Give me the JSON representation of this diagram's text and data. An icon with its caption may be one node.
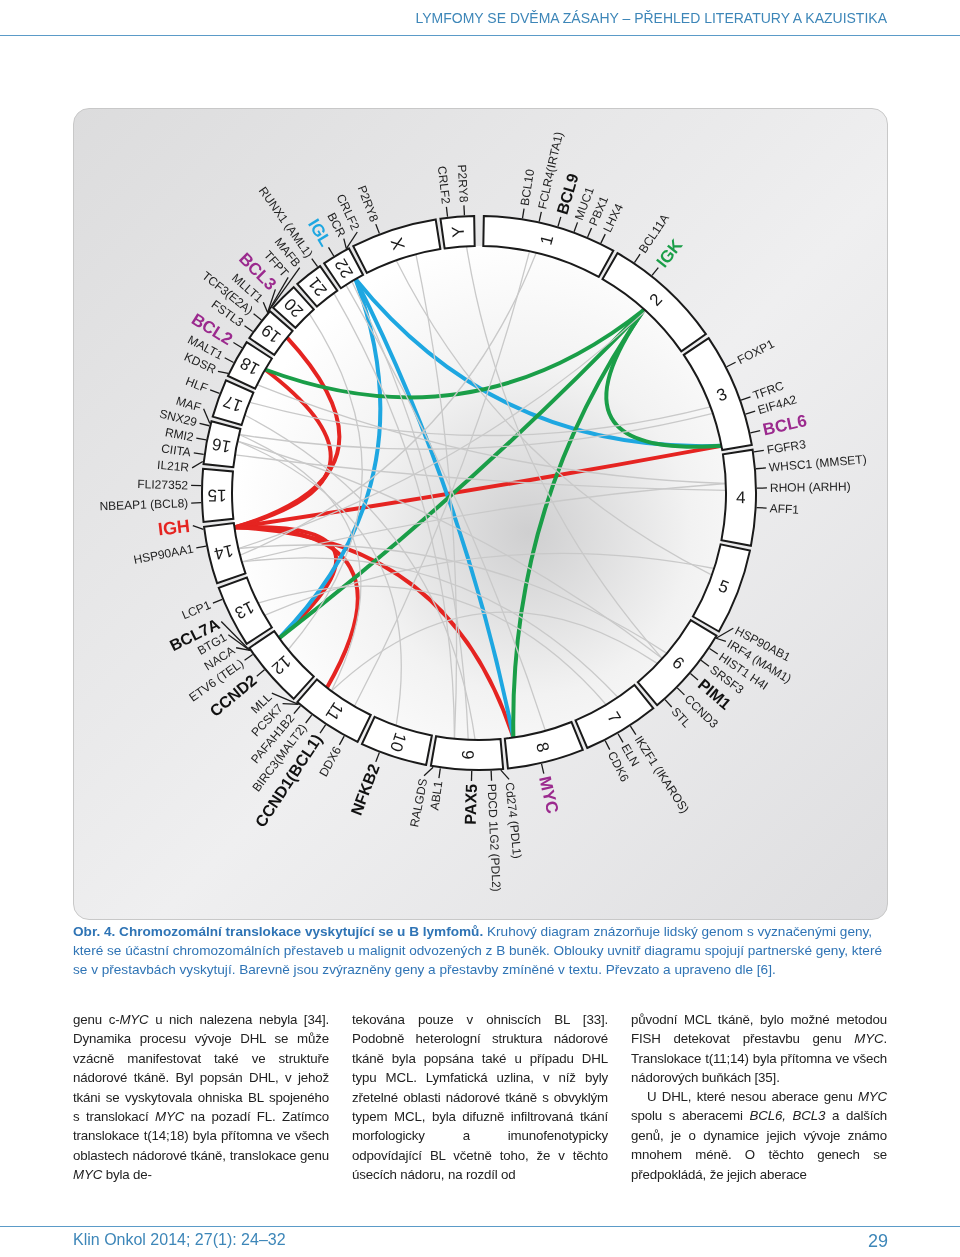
{
  "diagram": {
    "caption": "**Obr. 4. Chromozomální translokace vyskytující se u B lymfomů.** Kruhový diagram znázorňuje lidský genom s vyznačenými geny, které se účastní chromozomálních přestaveb u malignit odvozených z B buněk. Oblouky uvnitř diagramu spojují partnerské geny, které se v přestavbách vyskytují. Barevně jsou zvýrazněny geny a přestavby zmíněné v textu. Převzato a upraveno dle [6].",
    "nodes": [
      {
        "text": [
          "1"
        ],
        "beside": [
          "BCL10",
          "FCLR4(IRTA1)",
          "BCL9",
          "MUC1",
          "PBX1",
          "LHX4"
        ]
      },
      {
        "text": [
          "2"
        ],
        "beside": [
          "BCL11A",
          "IGK"
        ]
      },
      {
        "text": [
          "3"
        ],
        "beside": [
          "FOXP1",
          "TFRC",
          "EIF4A2",
          "BCL6"
        ]
      },
      {
        "text": [
          "4"
        ],
        "beside": [
          "FGFR3",
          "WHSC1 (MMSET)",
          "RHOH (ARHH)",
          "AFF1"
        ]
      },
      {
        "text": [
          "5"
        ]
      },
      {
        "text": [
          "6"
        ],
        "beside": [
          "HSP90AB1",
          "IRF4 (MAM1)",
          "HIST1 H4I",
          "SRSF3",
          "PIM1",
          "CCND3",
          "STL"
        ]
      },
      {
        "text": [
          "7"
        ],
        "beside": [
          "IKZF1 (IKAROS)",
          "ELN",
          "CDK6"
        ]
      },
      {
        "text": [
          "8"
        ],
        "beside": [
          "MYC"
        ]
      },
      {
        "text": [
          "9"
        ],
        "beside": [
          "RALGDS",
          "ABL1",
          "PAX5",
          "PDCD 1LG2 (PDL2)",
          "Cd274 (PDL1)"
        ]
      },
      {
        "text": [
          "10"
        ],
        "beside": [
          "NFKB2"
        ]
      },
      {
        "text": [
          "11"
        ],
        "beside": [
          "MLL",
          "PCSK7",
          "PAFAH1B2",
          "BIRC3(MALT2)",
          "CCND1(BCL1)",
          "DDX6"
        ]
      },
      {
        "text": [
          "12"
        ],
        "beside": [
          "BCL7A",
          "BTG1",
          "NACA",
          "ETV6 (TEL)",
          "CCND2"
        ]
      },
      {
        "text": [
          "13"
        ],
        "beside": [
          "LCP1"
        ]
      },
      {
        "text": [
          "14"
        ],
        "beside": [
          "IGH",
          "HSP90AA1"
        ]
      },
      {
        "text": [
          "15"
        ],
        "beside": [
          "FLI27352",
          "NBEAP1 (BCL8)"
        ]
      },
      {
        "text": [
          "16"
        ],
        "beside": [
          "MAF",
          "SNX29",
          "RMI2",
          "CIITA",
          "IL21R"
        ]
      },
      {
        "text": [
          "17"
        ],
        "beside": [
          "HLF"
        ]
      },
      {
        "text": [
          "18"
        ],
        "beside": [
          "BCL2",
          "MALT1",
          "KDSR"
        ]
      },
      {
        "text": [
          "19"
        ],
        "beside": [
          "FSTL3",
          "TCF3(E2A)",
          "MLLT1",
          "BCL3",
          "TFPT",
          "MAFB"
        ]
      },
      {
        "text": [
          "20"
        ]
      },
      {
        "text": [
          "21"
        ],
        "beside": [
          "RUNX1 (AML1)"
        ]
      },
      {
        "text": [
          "22"
        ],
        "beside": [
          "IGL",
          "BCR",
          "CRLF2"
        ]
      },
      {
        "text": [
          "X"
        ],
        "beside": [
          "P2RY8"
        ]
      },
      {
        "text": [
          "Y"
        ],
        "beside": [
          "CRLF2",
          "P2RY8"
        ]
      }
    ],
    "edges": [
      {
        "from": 13,
        "to": 17,
        "arrow": "none",
        "style": "thick",
        "color": "#e52421"
      },
      {
        "from": 13,
        "to": 18,
        "arrow": "none",
        "style": "thick",
        "color": "#e52421"
      },
      {
        "from": 13,
        "to": 2,
        "arrow": "none",
        "style": "thick",
        "color": "#e52421"
      },
      {
        "from": 13,
        "to": 11,
        "arrow": "none",
        "style": "thick",
        "color": "#e52421"
      },
      {
        "from": 13,
        "to": 10,
        "arrow": "none",
        "style": "thick",
        "color": "#e52421"
      },
      {
        "from": 13,
        "to": 7,
        "arrow": "none",
        "style": "thick",
        "color": "#e52421"
      },
      {
        "from": 21,
        "to": 2,
        "arrow": "none",
        "style": "thick",
        "color": "#1ea7e1"
      },
      {
        "from": 21,
        "to": 11,
        "arrow": "none",
        "style": "thick",
        "color": "#1ea7e1"
      },
      {
        "from": 21,
        "to": 7,
        "arrow": "none",
        "style": "thick",
        "color": "#1ea7e1"
      },
      {
        "from": 1,
        "to": 17,
        "arrow": "none",
        "style": "thick",
        "color": "#1a9e48"
      },
      {
        "from": 1,
        "to": 2,
        "arrow": "none",
        "style": "thick",
        "color": "#1a9e48"
      },
      {
        "from": 1,
        "to": 11,
        "arrow": "none",
        "style": "thick",
        "color": "#1a9e48"
      },
      {
        "from": 1,
        "to": 7,
        "arrow": "none",
        "style": "thick",
        "color": "#1a9e48"
      },
      {
        "from": 23,
        "to": 5,
        "arrow": "none"
      },
      {
        "from": 22,
        "to": 8,
        "arrow": "none"
      },
      {
        "from": 0,
        "to": 10,
        "arrow": "none"
      },
      {
        "from": 0,
        "to": 13,
        "arrow": "none"
      },
      {
        "from": 1,
        "to": 13,
        "arrow": "none"
      },
      {
        "from": 2,
        "to": 16,
        "arrow": "none"
      },
      {
        "from": 2,
        "to": 15,
        "arrow": "none"
      },
      {
        "from": 3,
        "to": 13,
        "arrow": "none"
      },
      {
        "from": 3,
        "to": 15,
        "arrow": "none"
      },
      {
        "from": 5,
        "to": 13,
        "arrow": "none"
      },
      {
        "from": 5,
        "to": 15,
        "arrow": "none"
      },
      {
        "from": 5,
        "to": 10,
        "arrow": "none"
      },
      {
        "from": 6,
        "to": 13,
        "arrow": "none"
      },
      {
        "from": 7,
        "to": 21,
        "arrow": "none"
      },
      {
        "from": 8,
        "to": 21,
        "arrow": "none"
      },
      {
        "from": 9,
        "to": 15,
        "arrow": "none"
      },
      {
        "from": 10,
        "to": 15,
        "arrow": "none"
      },
      {
        "from": 4,
        "to": 12,
        "arrow": "none"
      },
      {
        "from": 16,
        "to": 8,
        "arrow": "none"
      },
      {
        "from": 12,
        "to": 6,
        "arrow": "none"
      },
      {
        "from": 19,
        "to": 11,
        "arrow": "none"
      },
      {
        "from": 20,
        "to": 8,
        "arrow": "none"
      },
      {
        "from": 17,
        "to": 3,
        "arrow": "none"
      },
      {
        "from": 22,
        "to": 4,
        "arrow": "none"
      }
    ],
    "labels": [
      "LYMFOMY SE DVĚMA ZÁSAHY – PŘEHLED LITERATURY A KAZUISTIKA",
      "genu c-*MYC* u nich nalezena nebyla [34]. Dynamika procesu vývoje DHL se může vzácně manifestovat také ve struktuře nádorové tkáně. Byl popsán DHL, v jehož tkáni se vyskytovala ohniska BL spojeného s translokací *MYC* na pozadí FL. Zatímco translokace t(14;18) byla přítomna ve všech oblastech nádorové tkáně, translokace genu *MYC* byla de-",
      "tekována pouze v ohniscích BL [33]. Podobně heterologní struktura nádorové tkáně byla popsána také u případu DHL typu MCL. Lymfatická uzlina, v níž byly zřetelné oblasti nádorové tkáně s obvyklým typem MCL, byla difuzně infiltrovaná tkání morfologicky a imunofenotypicky odpovídající BL včetně toho, že v těchto úsecích nádoru, na rozdíl od",
      "původní MCL tkáně, bylo možné metodou FISH detekovat přestavbu genu *MYC*. Translokace t(11;14) byla přítomna ve všech nádorových buňkách [35].",
      "U DHL, které nesou aberace genu *MYC* spolu s aberacemi *BCL6, BCL3* a dalších genů, je o dynamice jejich vývoje známo mnohem méně. O těchto genech se předpokládá, že jejich aberace",
      "Klin Onkol 2014; 27(1): 24–32",
      "29"
    ]
  }
}
